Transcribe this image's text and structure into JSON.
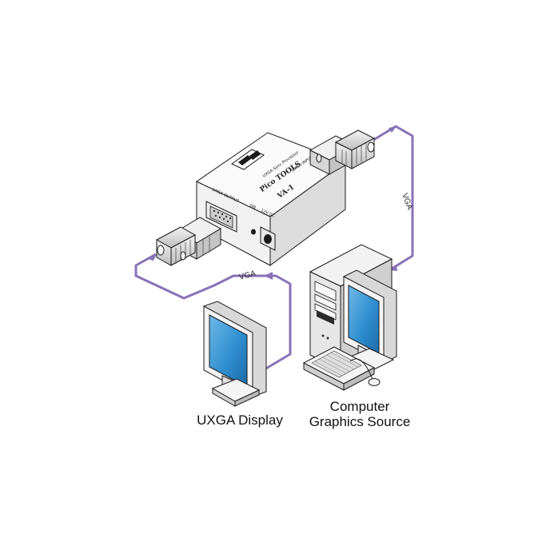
{
  "device": {
    "brand_line": "Pico TOOLS",
    "model": "VA-1",
    "subtitle": "UXGA Sync Processor",
    "input_label": "UXGA INPUT",
    "output_label": "UXGA OUTPUT",
    "on_label": "ON",
    "power_label": "12V DC"
  },
  "cables": {
    "to_display": "VGA",
    "from_source": "VGA"
  },
  "captions": {
    "display": "UXGA  Display",
    "source_line1": "Computer",
    "source_line2": "Graphics Source"
  },
  "colors": {
    "cable": "#8a72b8",
    "screen": "#2f8fd0",
    "device_body": "#f1f1f1",
    "outline": "#1a1a1a"
  }
}
